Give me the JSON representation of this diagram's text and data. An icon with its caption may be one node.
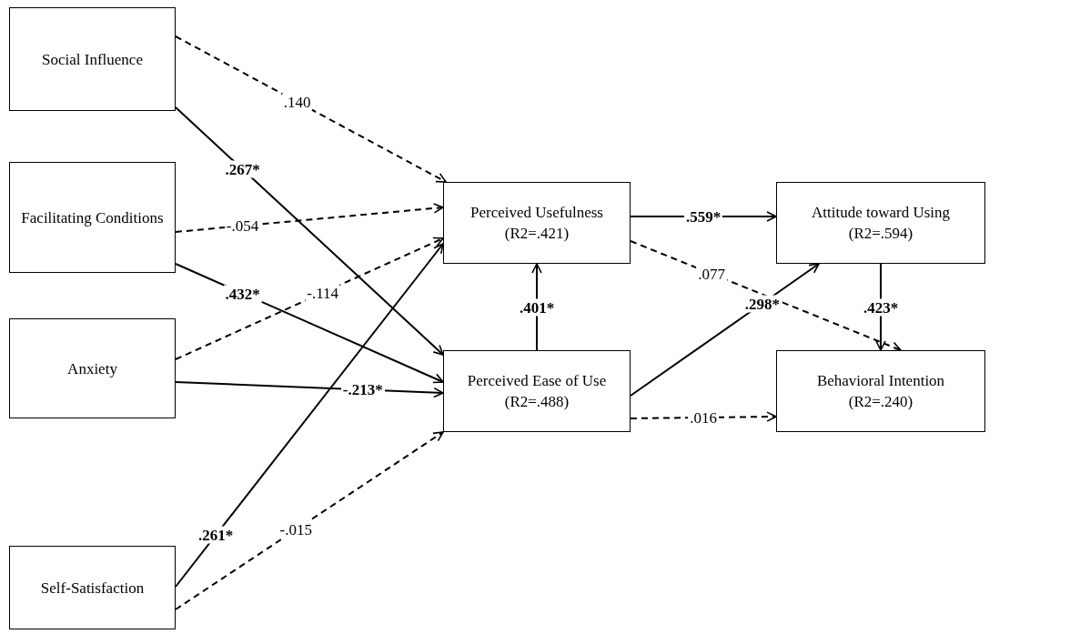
{
  "diagram": {
    "nodes": [
      {
        "text": [
          "Social Influence"
        ]
      },
      {
        "text": [
          "Facilitating Conditions"
        ]
      },
      {
        "text": [
          "Anxiety"
        ]
      },
      {
        "text": [
          "Self-Satisfaction"
        ]
      },
      {
        "text": [
          "Perceived Usefulness",
          "(R2=.421)"
        ]
      },
      {
        "text": [
          "Perceived Ease of Use",
          "(R2=.488)"
        ]
      },
      {
        "text": [
          "Attitude toward Using",
          "(R2=.594)"
        ]
      },
      {
        "text": [
          "Behavioral Intention",
          "(R2=.240)"
        ]
      }
    ],
    "edges": [
      {
        "from": 0,
        "to": 4,
        "arrow": "to",
        "label": ".140",
        "style": "dashed"
      },
      {
        "from": 0,
        "to": 5,
        "arrow": "to",
        "label": ".267*"
      },
      {
        "from": 1,
        "to": 4,
        "arrow": "to",
        "label": "-.054",
        "style": "dashed"
      },
      {
        "from": 1,
        "to": 5,
        "arrow": "to",
        "label": ".432*"
      },
      {
        "from": 2,
        "to": 4,
        "arrow": "to",
        "label": "-.114",
        "style": "dashed"
      },
      {
        "from": 2,
        "to": 5,
        "arrow": "to",
        "label": "-.213*"
      },
      {
        "from": 3,
        "to": 4,
        "arrow": "to",
        "label": ".261*"
      },
      {
        "from": 3,
        "to": 5,
        "arrow": "to",
        "label": "-.015",
        "style": "dashed"
      },
      {
        "from": 5,
        "to": 4,
        "arrow": "to",
        "label": ".401*"
      },
      {
        "from": 4,
        "to": 6,
        "arrow": "to",
        "label": ".559*"
      },
      {
        "from": 4,
        "to": 7,
        "arrow": "to",
        "label": ".077",
        "style": "dashed"
      },
      {
        "from": 5,
        "to": 6,
        "arrow": "to",
        "label": ".298*"
      },
      {
        "from": 5,
        "to": 7,
        "arrow": "to",
        "label": ".016",
        "style": "dashed"
      },
      {
        "from": 6,
        "to": 7,
        "arrow": "to",
        "label": ".423*"
      }
    ]
  }
}
